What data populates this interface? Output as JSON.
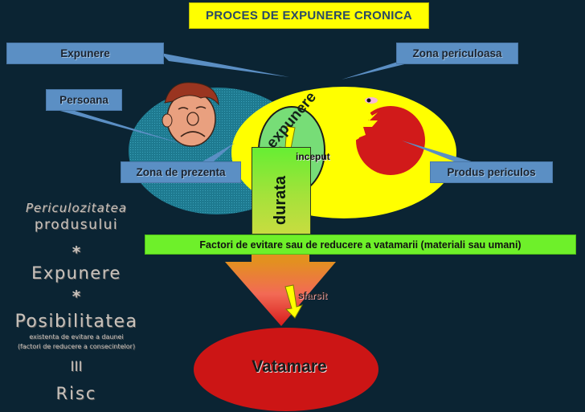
{
  "title": "PROCES DE EXPUNERE CRONICA",
  "callouts": {
    "expunere": "Expunere",
    "persoana": "Persoana",
    "zona_prezenta": "Zona de prezenta",
    "zona_periculoasa": "Zona periculoasa",
    "produs_periculos": "Produs periculos"
  },
  "overlap_label": "expunere",
  "start_label": "inceput",
  "duration_label": "durata",
  "factors_bar": "Factori de evitare sau de reducere a vatamarii (materiali sau umani)",
  "end_label": "sfarsit",
  "outcome": "Vatamare",
  "formula": {
    "line1": "Periculozitatea",
    "line2": "produsului",
    "op1": "*",
    "term2": "Expunere",
    "op2": "*",
    "term3": "Posibilitatea",
    "term3_note1": "existenta de evitare a daunei",
    "term3_note2": "(factori de reducere a consecintelor)",
    "equals": "III",
    "result": "Risc"
  },
  "colors": {
    "background": "#0b2433",
    "title_bg": "#ffff00",
    "callout_bg": "#5b8fc4",
    "presence_zone": "#1f7f96",
    "danger_zone": "#ffff00",
    "overlap": "#77dd77",
    "hazard": "#d11a1a",
    "factors_bar": "#6ef02a",
    "outcome": "#cc1515"
  }
}
